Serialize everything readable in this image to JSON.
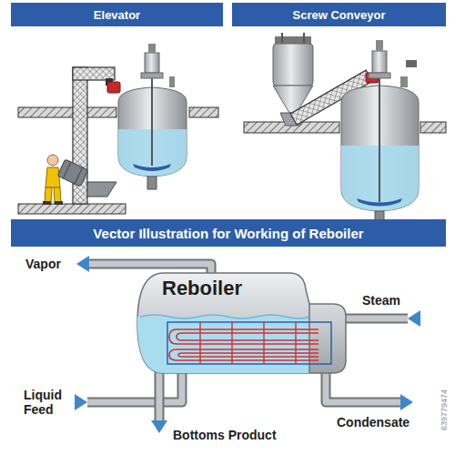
{
  "diagram": {
    "title": "Vector Illustration for Working of Reboiler",
    "nodes": [
      {
        "text": [
          "Elevator"
        ]
      },
      {
        "text": [
          "Screw Conveyor"
        ]
      },
      {
        "text": [
          "Reboiler"
        ]
      }
    ],
    "labels": [
      "Vapor",
      "Steam",
      "Liquid Feed",
      "Bottoms Product",
      "Condensate",
      "639779474"
    ]
  }
}
